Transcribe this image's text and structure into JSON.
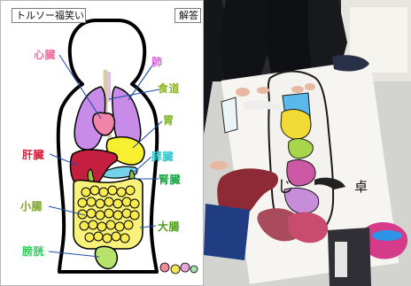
{
  "worksheet": {
    "title": "トルソー福笑い",
    "answer_button": "解答",
    "labels": {
      "heart": "心臓",
      "lung": "肺",
      "esophagus": "食道",
      "stomach": "胃",
      "pancreas": "膵臓",
      "liver": "肝臓",
      "kidney": "腎臓",
      "small_intestine": "小腸",
      "large_intestine": "大腸",
      "bladder": "膀胱"
    }
  },
  "colors": {
    "heart_label": "#ee6f9e",
    "lung_label": "#d66ad8",
    "esophagus_label": "#8ab71c",
    "stomach_label": "#79b41c",
    "pancreas_label": "#33c5cc",
    "liver_label": "#d91f3c",
    "kidney_label": "#1fa547",
    "small_intestine_label": "#7aa21a",
    "large_intestine_label": "#4d9a14",
    "bladder_label": "#2bcf5a"
  }
}
